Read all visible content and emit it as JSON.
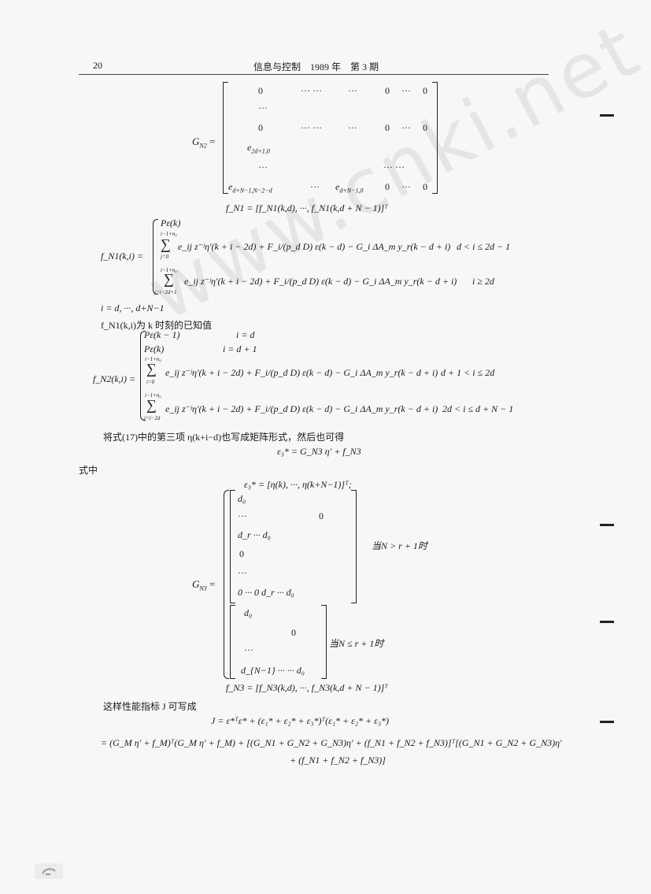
{
  "header": {
    "page_number": "20",
    "journal": "信息与控制　1989 年　第 3 期"
  },
  "matrix_GN2": {
    "label": "G",
    "label_sub": "N2",
    "eq": "=",
    "row1": [
      "0",
      "··· ···",
      "···",
      "0",
      "···",
      "0"
    ],
    "row2": "···",
    "row3": [
      "0",
      "··· ···",
      "···",
      "0",
      "···",
      "0"
    ],
    "row4": "e",
    "row4_sub": "2d+1,0",
    "row5": [
      "···",
      "··· ···"
    ],
    "row6": [
      "e",
      "d+N−1,N−2−d",
      "···",
      "e",
      "d+N−1,0",
      "0",
      "···",
      "0"
    ]
  },
  "fN1_vector": "f_N1 = [f_N1(k,d),  ···,  f_N1(k,d + N − 1)]ᵀ",
  "fN1_def": {
    "lhs": "f_N1(k,i) =",
    "case1": "Pε(k)",
    "case2_sum_top": "i−1+n₀",
    "case2_sum_bot": "j=0",
    "case2": "e_ij z⁻ʲη′(k + i − 2d) + F_i/(p_d D) ε(k − d) − G_i ΔA_m y_r(k − d + i)",
    "case2_cond": "d < i ≤ 2d − 1",
    "case3_sum_top": "i−1+n₀",
    "case3_sum_bot": "j=i−2d+1",
    "case3": "e_ij z⁻ʲη′(k + i − 2d) + F_i/(p_d D) ε(k − d) − G_i ΔA_m y_r(k − d + i)",
    "case3_cond": "i ≥ 2d",
    "range": "i = d,  ···,  d+N−1",
    "note": "f_N1(k,i)为 k 时刻的已知值"
  },
  "fN2_def": {
    "lhs": "f_N2(k,i) =",
    "case1": "Pε(k − 1)",
    "case1_cond": "i = d",
    "case2": "Pε(k)",
    "case2_cond": "i = d + 1",
    "case3_sum_top": "i−1+n₀",
    "case3_sum_bot": "i=0",
    "case3": "e_ij z⁻ʲη′(k + i − 2d) + F_i/(p_d D) ε(k − d) − G_i ΔA_m y_r(k − d + i)",
    "case3_cond": "d + 1 < i ≤ 2d",
    "case4_sum_top": "i−1+n₀",
    "case4_sum_bot": "j=i−2d",
    "case4": "e_ij z⁻ʲη′(k + i − 2d) + F_i/(p_d D) ε(k − d) − G_i ΔA_m y_r(k − d + i)",
    "case4_cond": "2d < i ≤ d + N − 1"
  },
  "text1": "将式(17)中的第三项 η(k+i−d)也写成矩阵形式，然后也可得",
  "eq_eps3": "ε₃* = G_N3 η′ + f_N3",
  "text2": "式中",
  "eta_def": "ε₃* = [η(k),  ···,  η(k+N−1)]ᵀ;",
  "matrix_GN3": {
    "label": "G",
    "label_sub": "N3",
    "eq": "=",
    "m1": [
      "d₀",
      "···",
      "0",
      "d_r  ···  d₀",
      "0",
      "···",
      "0  ···  0   d_r  ···  d₀"
    ],
    "m1_cond": "当N > r + 1时",
    "m2": [
      "d₀",
      "0",
      "···",
      "d_{N−1}   ···   ···   d₀"
    ],
    "m2_cond": "当N ≤ r + 1时"
  },
  "fN3_vector": "f_N3 = [f_N3(k,d),  ···,  f_N3(k,d + N − 1)]ᵀ",
  "text3": "这样性能指标 J 可写成",
  "J_line1": "J = ε*ᵀε* + (ε₁* + ε₂* + ε₃*)ᵀ(ε₁* + ε₂* + ε₃*)",
  "J_line2": "= (G_M η′ + f_M)ᵀ(G_M η′ + f_M) + [(G_N1 + G_N2 + G_N3)η′ + (f_N1 + f_N2 + f_N3)]ᵀ[(G_N1 + G_N2 + G_N3)η′",
  "J_line3": "+ (f_N1 + f_N2 + f_N3)]",
  "watermark": "www.cnki.net"
}
